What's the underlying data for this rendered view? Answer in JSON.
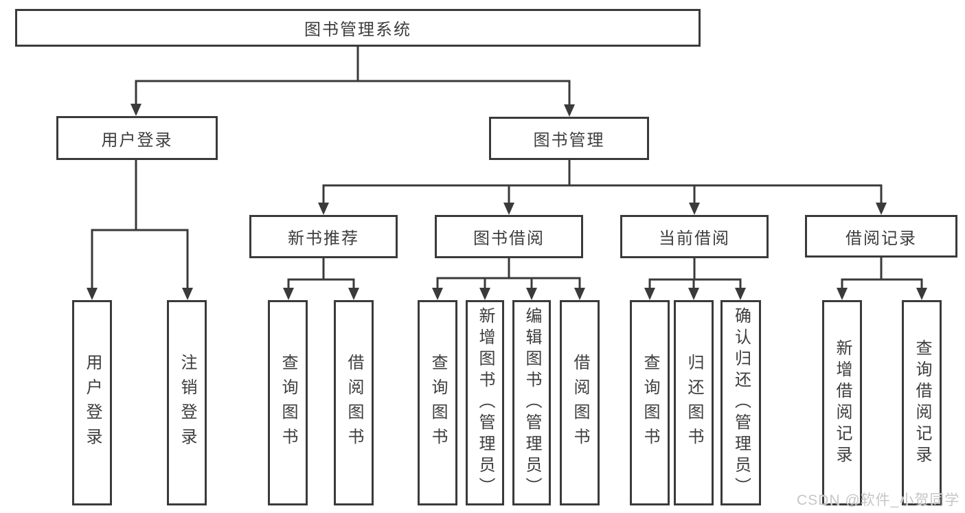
{
  "diagram": {
    "root": {
      "label": "图书管理系统"
    },
    "level2": {
      "user_login": {
        "label": "用户登录"
      },
      "book_management": {
        "label": "图书管理"
      }
    },
    "level3": {
      "new_book_recommendation": {
        "label": "新书推荐"
      },
      "book_borrowing": {
        "label": "图书借阅"
      },
      "current_borrowing": {
        "label": "当前借阅"
      },
      "borrowing_records": {
        "label": "借阅记录"
      }
    },
    "level4": {
      "user_login_children": [
        "用户登录",
        "注销登录"
      ],
      "new_book_children": [
        "查询图书",
        "借阅图书"
      ],
      "book_borrowing_children": [
        "查询图书",
        "新增图书（管理员）",
        "编辑图书（管理员）",
        "借阅图书"
      ],
      "current_borrowing_children": [
        "查询图书",
        "归还图书",
        "确认归还（管理员）"
      ],
      "borrowing_records_children": [
        "新增借阅记录",
        "查询借阅记录"
      ]
    }
  },
  "watermark": {
    "text": "CSDN @软件_小贺同学"
  },
  "colors": {
    "line": "#3a3a3a",
    "text": "#3d3d3d",
    "background": "#ffffff",
    "watermark": "#c2c2c2"
  }
}
